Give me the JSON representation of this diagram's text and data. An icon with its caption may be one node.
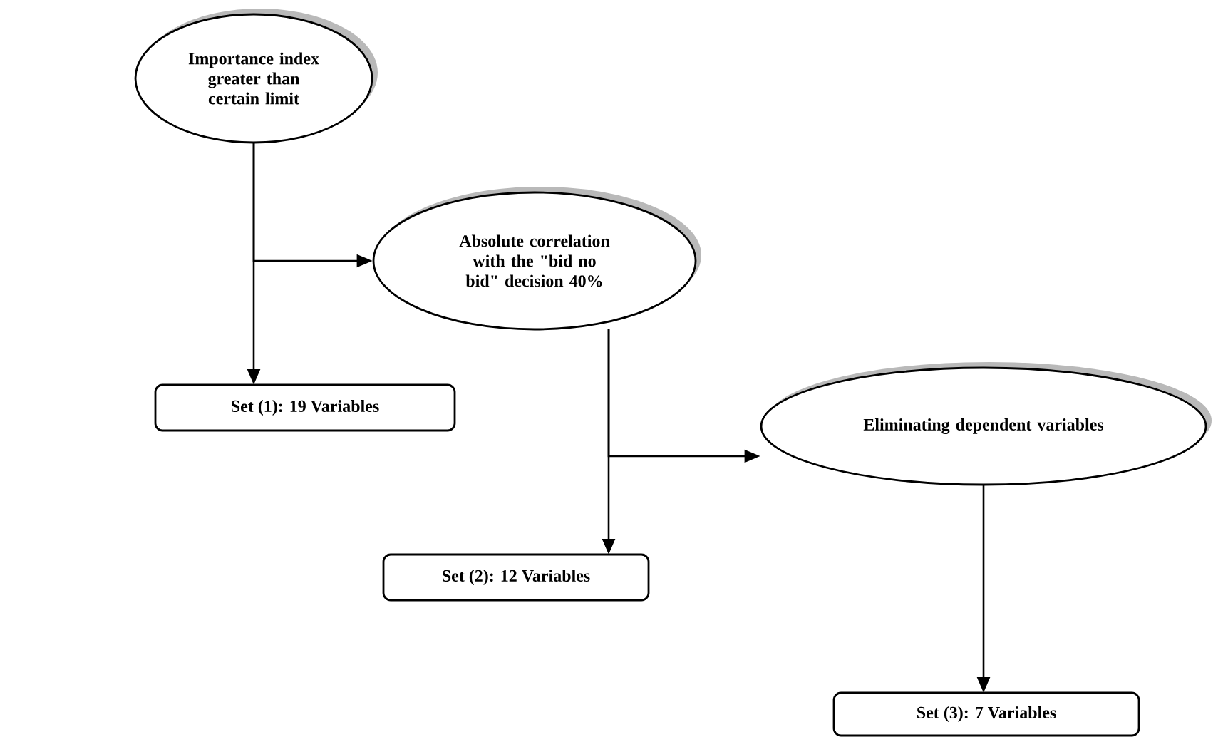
{
  "diagram": {
    "nodes": [
      {
        "text": [
          "Importance index greater than certain limit"
        ]
      },
      {
        "text": [
          "Absolute correlation with the \"bid no bid\" decision 40%"
        ]
      },
      {
        "text": [
          "Set (1): 19 Variables"
        ]
      },
      {
        "text": [
          "Eliminating dependent variables"
        ]
      },
      {
        "text": [
          "Set (2): 12 Variables"
        ]
      },
      {
        "text": [
          "Set (3): 7 Variables"
        ]
      }
    ],
    "edges": [
      {
        "from": 0,
        "to": 2,
        "arrow": "to"
      },
      {
        "from": 0,
        "to": 1,
        "arrow": "to"
      },
      {
        "from": 1,
        "to": 4,
        "arrow": "to"
      },
      {
        "from": 1,
        "to": 3,
        "arrow": "to"
      },
      {
        "from": 3,
        "to": 5,
        "arrow": "to"
      }
    ]
  }
}
